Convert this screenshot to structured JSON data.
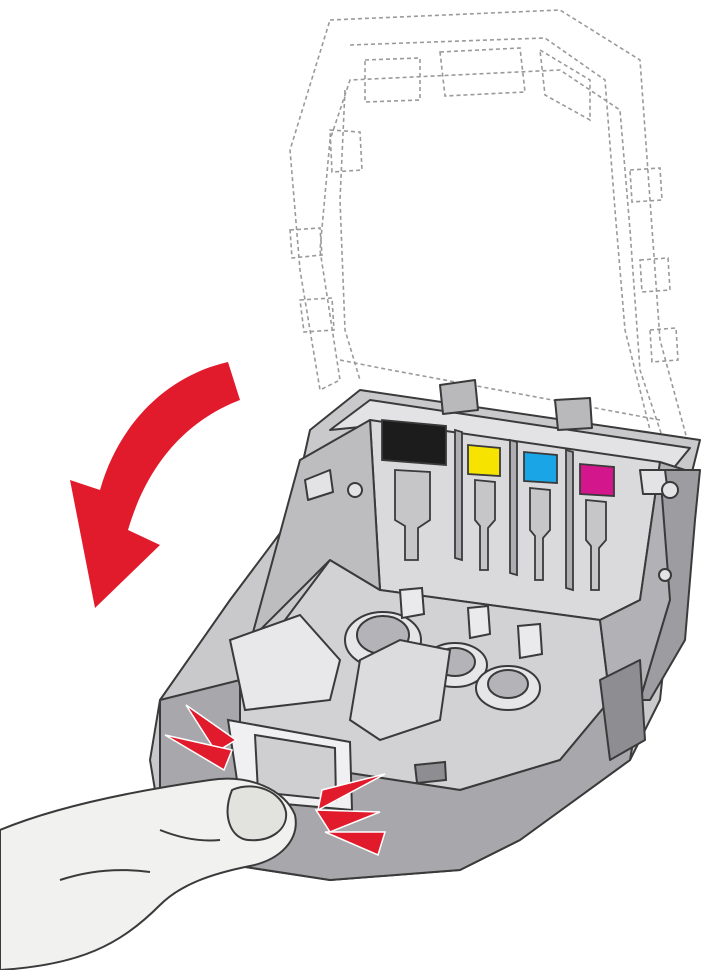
{
  "illustration": {
    "subject": "printhead-carrier-latch-closing",
    "elements": {
      "lid": "open-latch-lid",
      "cartridge_slots": [
        "black",
        "yellow",
        "cyan",
        "magenta"
      ],
      "motion_arrow": "close-direction-arrow",
      "press_marks": "press-indicator-marks",
      "hand": "finger-pressing-latch"
    }
  },
  "colors": {
    "outline": "#3a3a3a",
    "body": "#c9c9cb",
    "body_light": "#e3e3e5",
    "body_dark": "#8e8e92",
    "lid_stroke": "#9a9a9a",
    "arrow": "#e21b2c",
    "black_slot": "#1c1c1c",
    "yellow_slot": "#f6e400",
    "cyan_slot": "#1aa6e6",
    "magenta_slot": "#d3168b",
    "skin": "#f1f1ef"
  }
}
